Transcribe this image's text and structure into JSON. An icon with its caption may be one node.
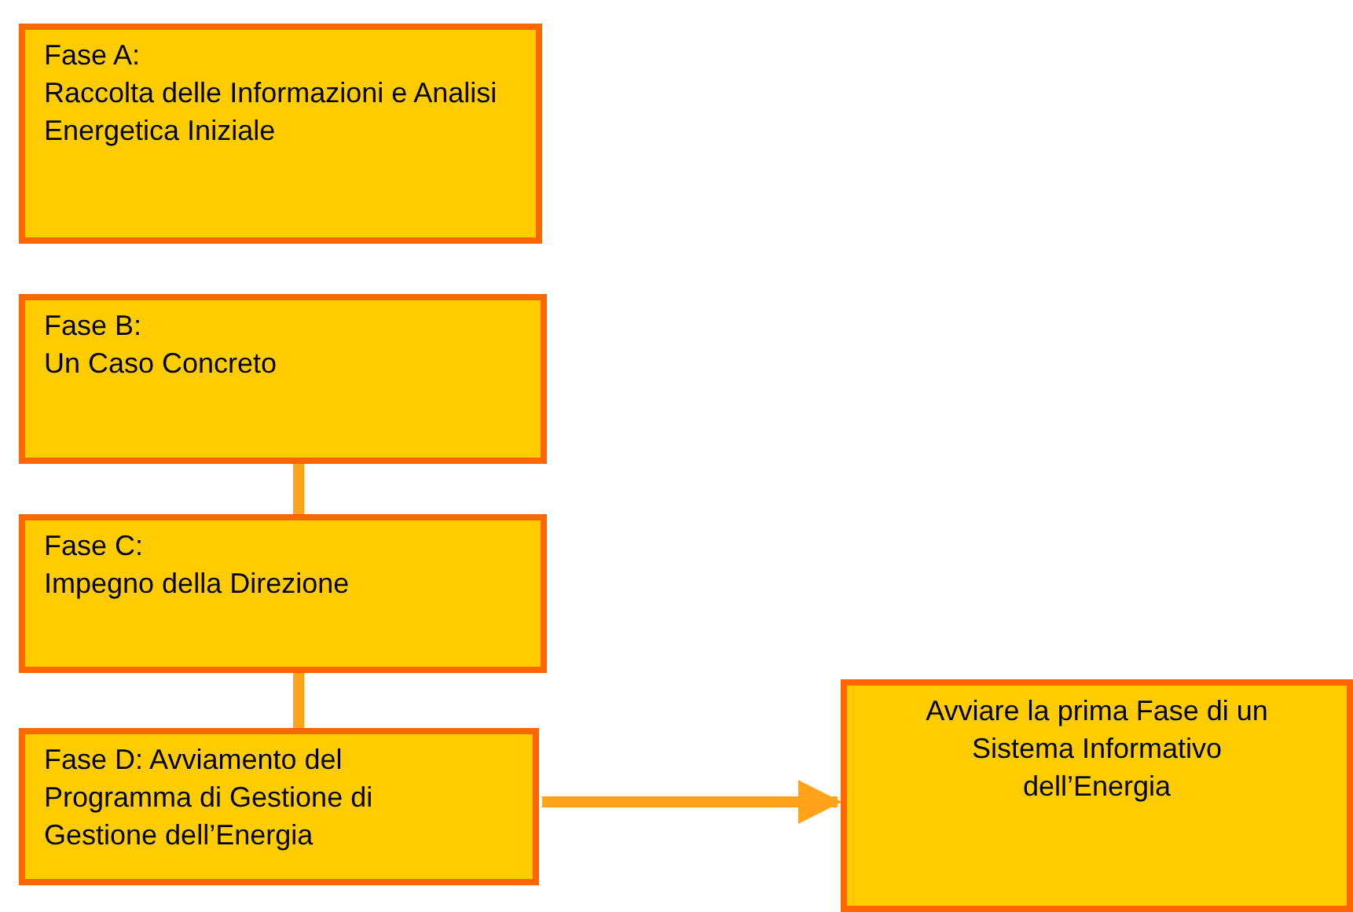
{
  "diagram": {
    "nodes": [
      {
        "text": [
          "Fase A:",
          "Raccolta delle Informazioni e Analisi Energetica Iniziale"
        ]
      },
      {
        "text": [
          "Fase B:",
          "Un Caso Concreto"
        ]
      },
      {
        "text": [
          "Fase C:",
          "Impegno della Direzione"
        ]
      },
      {
        "text": [
          "Fase D: Avviamento del Programma di Gestione di Gestione dell’Energia"
        ]
      },
      {
        "text": [
          "Avviare la prima Fase di un Sistema Informativo dell’Energia"
        ]
      }
    ],
    "edges": [
      {
        "from": 1,
        "to": 2,
        "arrow": "none"
      },
      {
        "from": 2,
        "to": 3,
        "arrow": "none"
      },
      {
        "from": 3,
        "to": 4,
        "arrow": "to"
      }
    ]
  }
}
